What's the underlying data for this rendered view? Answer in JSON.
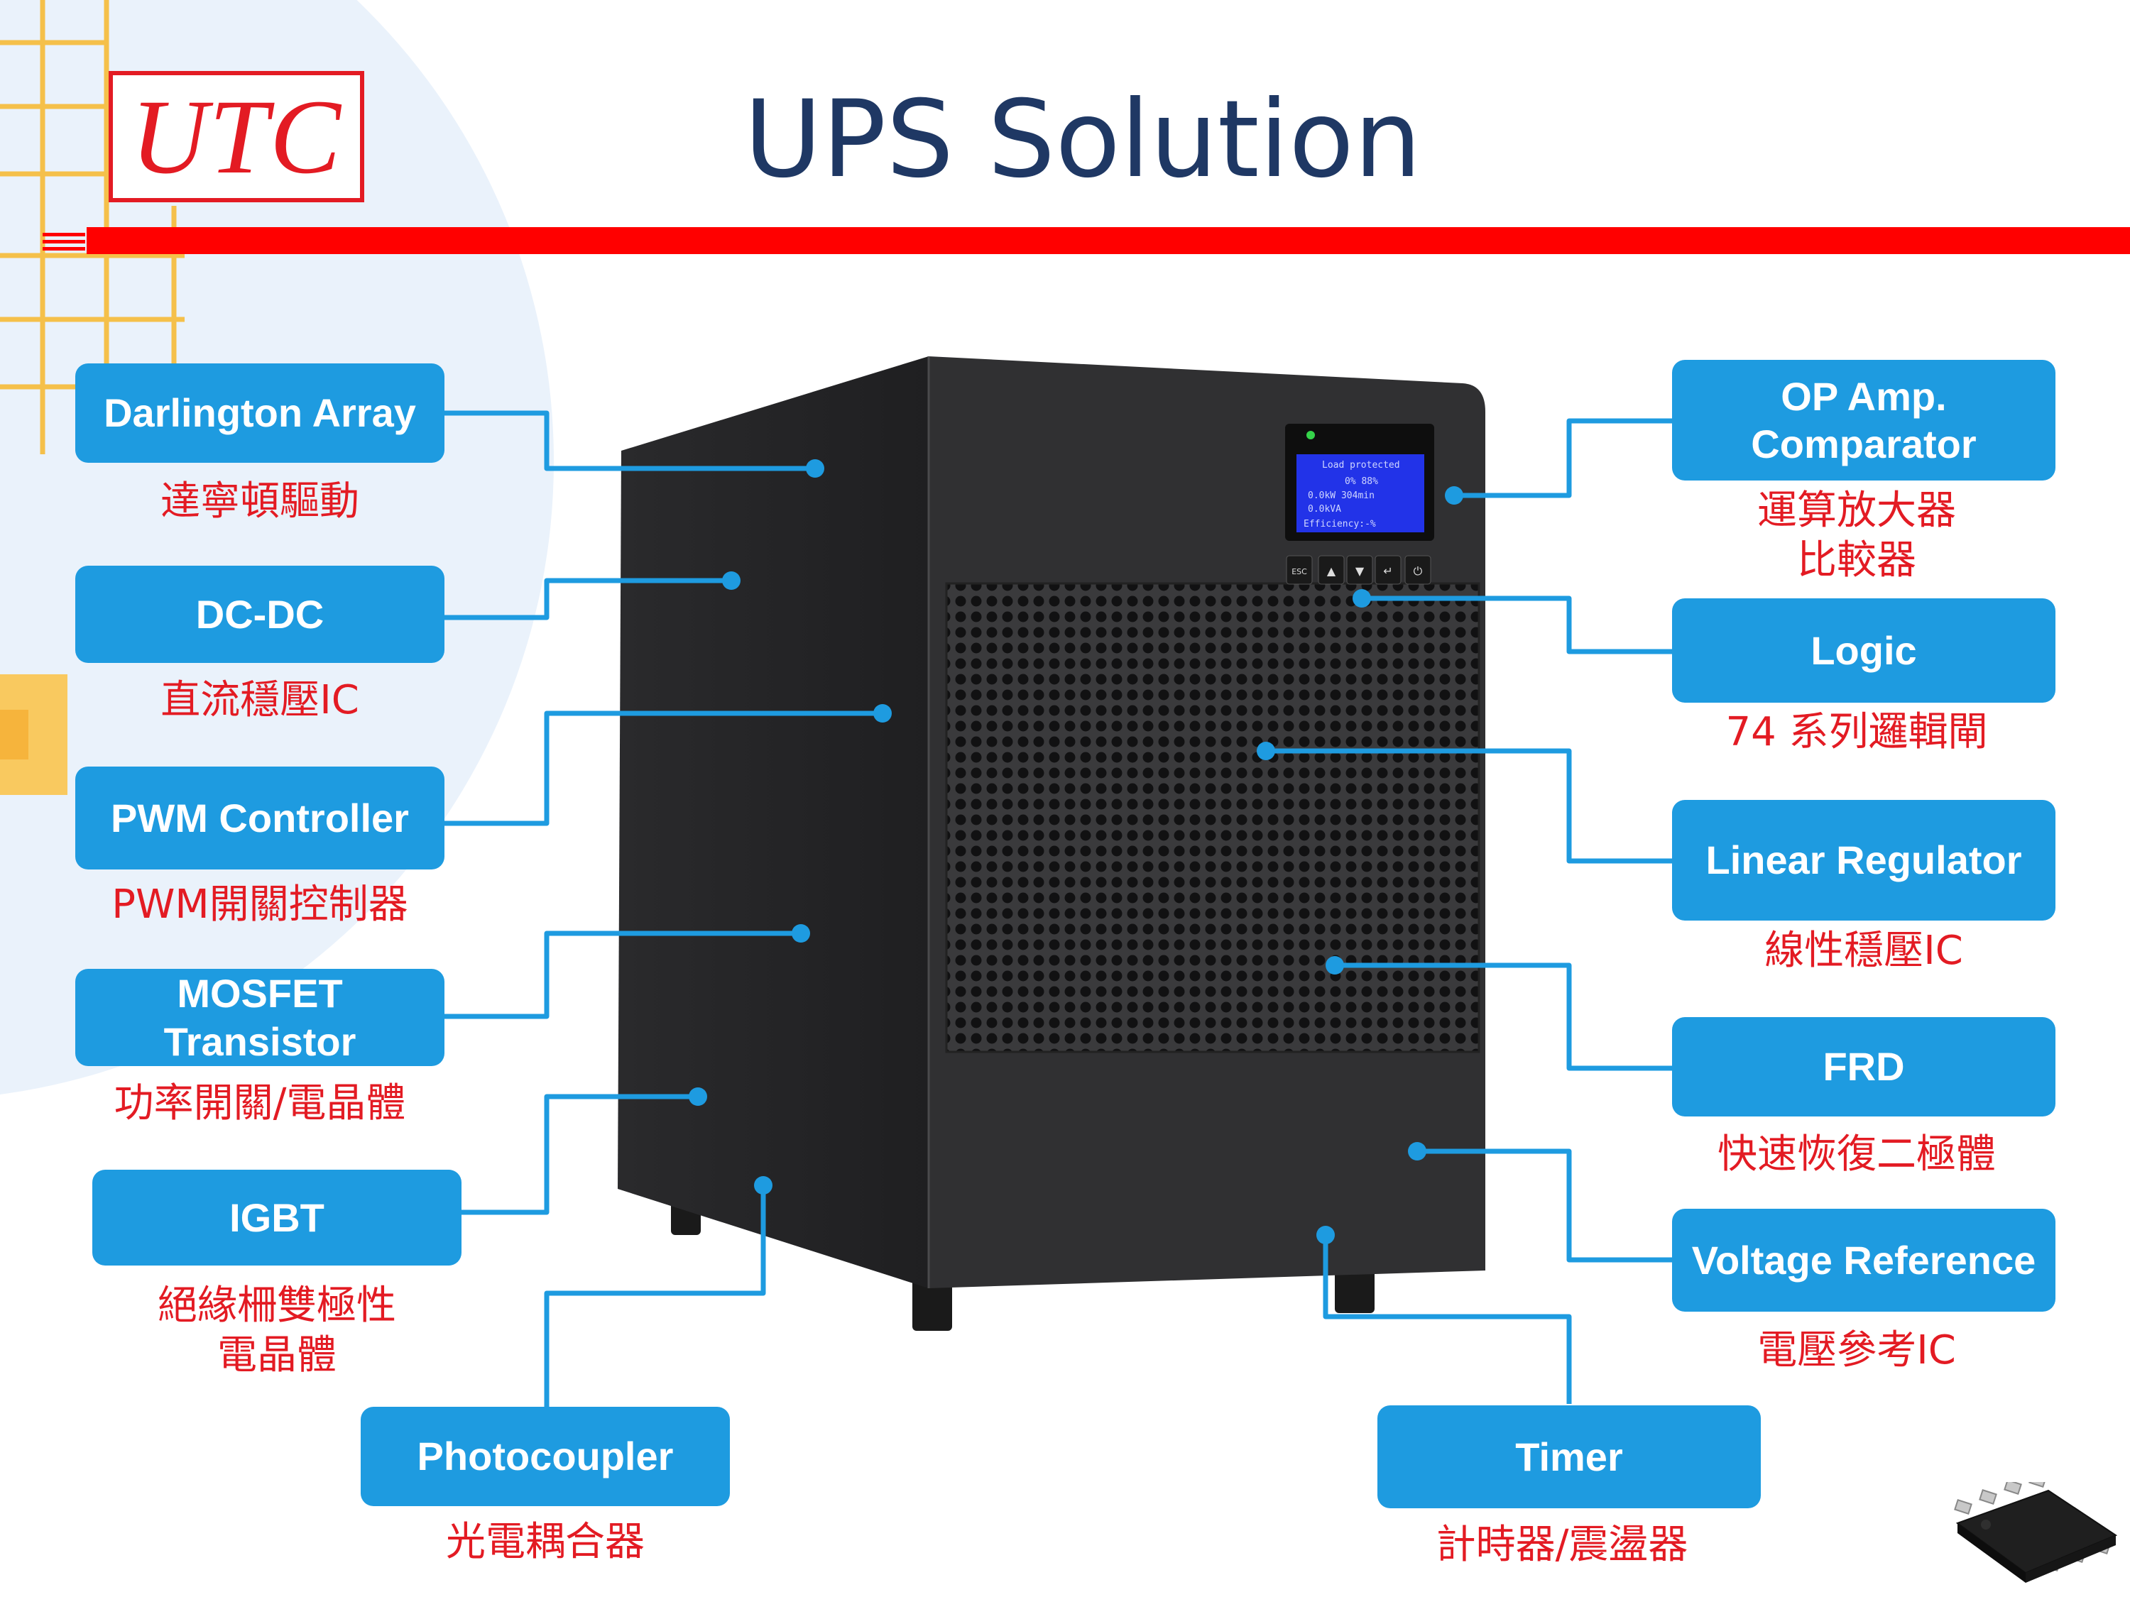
{
  "logo": "UTC",
  "title": "UPS Solution",
  "left_components": [
    {
      "label": "Darlington Array",
      "desc": "達寧頓驅動"
    },
    {
      "label": "DC-DC",
      "desc": "直流穩壓IC"
    },
    {
      "label": "PWM Controller",
      "desc": "PWM開關控制器"
    },
    {
      "label": "MOSFET Transistor",
      "desc": "功率開關/電晶體"
    },
    {
      "label": "IGBT",
      "desc": "絕緣柵雙極性",
      "desc2": "電晶體"
    },
    {
      "label": "Photocoupler",
      "desc": "光電耦合器"
    }
  ],
  "right_components": [
    {
      "label": "OP Amp. Comparator",
      "desc": "運算放大器",
      "desc2": "比較器"
    },
    {
      "label": "Logic",
      "desc": "74 系列邏輯閘"
    },
    {
      "label": "Linear Regulator",
      "desc": "線性穩壓IC"
    },
    {
      "label": "FRD",
      "desc": "快速恢復二極體"
    },
    {
      "label": "Voltage Reference",
      "desc": "電壓參考IC"
    },
    {
      "label": "Timer",
      "desc": "計時器/震盪器"
    }
  ],
  "lcd": {
    "line1": "Load protected",
    "line2": "0%  88%",
    "line3": "0.0kW  304min",
    "line4": "0.0kVA",
    "line5": "Efficiency:-%"
  },
  "ups_buttons": [
    "ESC",
    "▲",
    "▼",
    "↵",
    "⏻"
  ],
  "colors": {
    "accent_blue": "#1e9be0",
    "red": "#e31b23",
    "title_navy": "#1f3864",
    "ups_body": "#303032"
  }
}
